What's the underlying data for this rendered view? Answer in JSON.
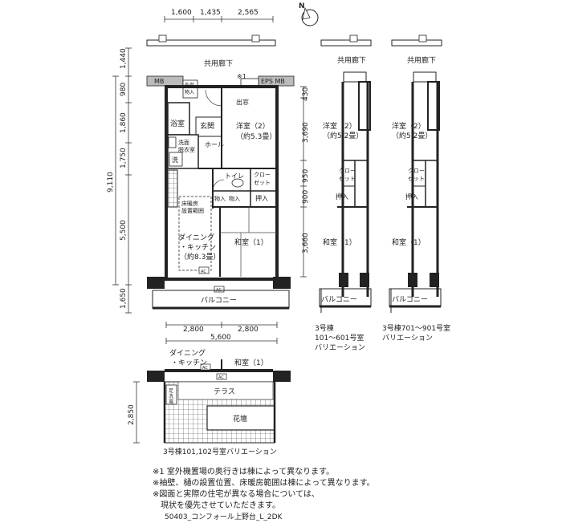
{
  "dimensions": {
    "top": [
      "1,600",
      "1,435",
      "2,565"
    ],
    "left": [
      "1,440",
      "980",
      "1,860",
      "1,750",
      "9,110",
      "5,500",
      "1,650"
    ],
    "right_main": [
      "430",
      "3,690",
      "950",
      "900",
      "3,660"
    ],
    "bottom": [
      "2,800",
      "2,800",
      "5,600"
    ],
    "terrace_depth": "2,850"
  },
  "main_plan": {
    "corridor": "共用廊下",
    "note_mark": "※1",
    "mb": "MB",
    "outdoor_unit": "外部\n物入",
    "eps_mb": "EPS  MB",
    "entrance_out": "出窓",
    "bath": "浴室",
    "genkan": "玄関",
    "washroom": "洗面\n脱衣室",
    "hall": "ホール",
    "wash": "洗",
    "toilet": "トイレ",
    "closet": "クロー\nゼット",
    "storage1": "物入",
    "storage2": "物入",
    "oshiire": "押入",
    "floor_heating": "床暖房\n設置範囲",
    "western_room": "洋室（2）\n（約5.3畳）",
    "dining": "ダイニング\n・キッチン\n（約8.3畳）",
    "japanese_room": "和室（1）",
    "ac1": "AC",
    "ac2": "AC",
    "balcony": "バルコニー"
  },
  "variant_a": {
    "corridor": "共用廊下",
    "western_room": "洋室（2）\n（約5.2畳）",
    "closet": "クロー\nゼット",
    "oshiire": "押入",
    "japanese_room": "和室（1）",
    "balcony": "バルコニー",
    "caption": "3号棟\n101～601号室\nバリエーション"
  },
  "variant_b": {
    "corridor": "共用廊下",
    "western_room": "洋室（2）\n（約5.2畳）",
    "closet": "クロー\nゼット",
    "oshiire": "押入",
    "japanese_room": "和室（1）",
    "balcony": "バルコニー",
    "caption": "3号棟701～901号室\nバリエーション"
  },
  "terrace_plan": {
    "dining": "ダイニング\n・キッチン",
    "japanese_room": "和室（1）",
    "ac": "AC",
    "foot_wash": "足\n洗\n場",
    "terrace": "テラス",
    "flower_bed": "花壇",
    "caption": "3号棟101,102号室バリエーション"
  },
  "notes": [
    "※1 室外機置場の奥行きは棟によって異なります。",
    "※袖壁、樋の設置位置、床暖房範囲は棟によって異なります。",
    "※図面と実際の住宅が異なる場合については、",
    "　現状を優先させていただきます。"
  ],
  "footer": "50403_コンフォール上野台_L_2DK",
  "compass": "N"
}
